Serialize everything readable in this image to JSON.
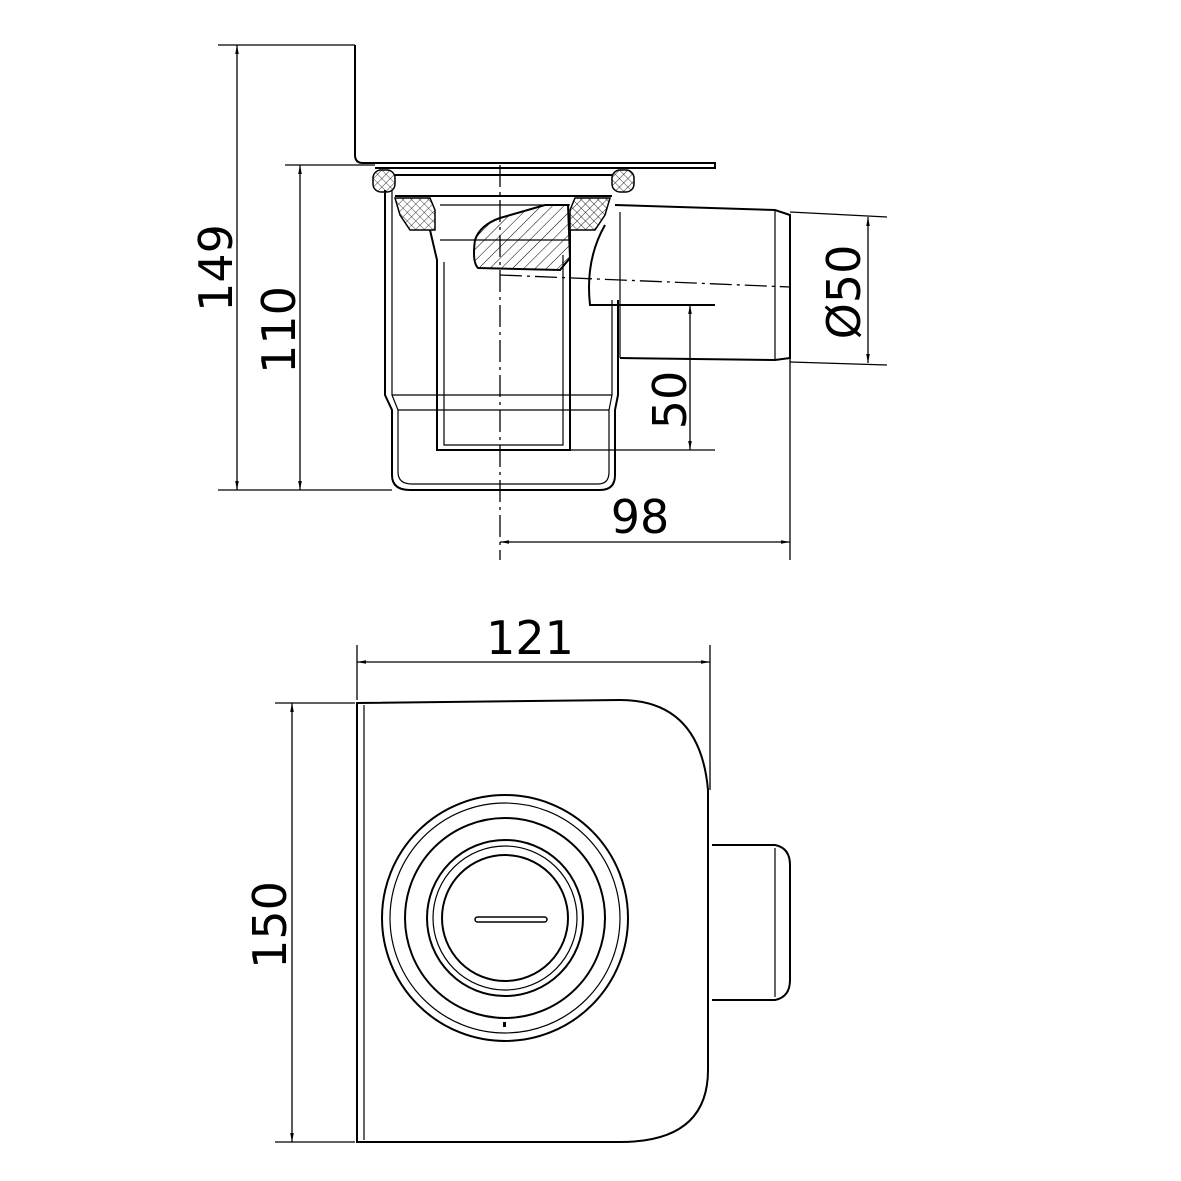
{
  "side_view": {
    "dimensions": {
      "total_height": "149",
      "body_height": "110",
      "outlet_height": "50",
      "outlet_diameter": "Ø50",
      "outlet_offset": "98"
    }
  },
  "top_view": {
    "dimensions": {
      "width": "121",
      "length": "150"
    }
  },
  "colors": {
    "line": "#000000",
    "background": "#ffffff"
  }
}
